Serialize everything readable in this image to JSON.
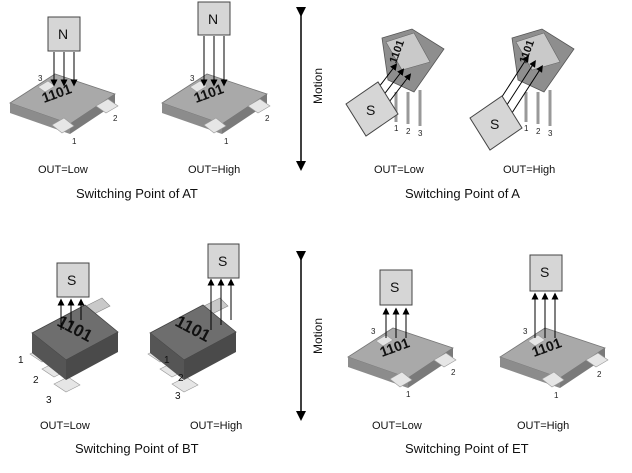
{
  "colors": {
    "body_light": "#b4b4b4",
    "body_dark": "#6e6e6e",
    "magnet_fill": "#d6d6d6",
    "lead": "#e6e6e6",
    "arrow": "#000000"
  },
  "motion_label": "Motion",
  "package_marking": "1101",
  "magnet_n": "N",
  "magnet_s": "S",
  "states": {
    "low": "OUT=Low",
    "high": "OUT=High"
  },
  "pins": {
    "p1": "1",
    "p2": "2",
    "p3": "3"
  },
  "panels": {
    "at": {
      "caption": "Switching Point of AT"
    },
    "a": {
      "caption": "Switching Point of A"
    },
    "bt": {
      "caption": "Switching Point of BT"
    },
    "et": {
      "caption": "Switching Point of ET"
    }
  }
}
